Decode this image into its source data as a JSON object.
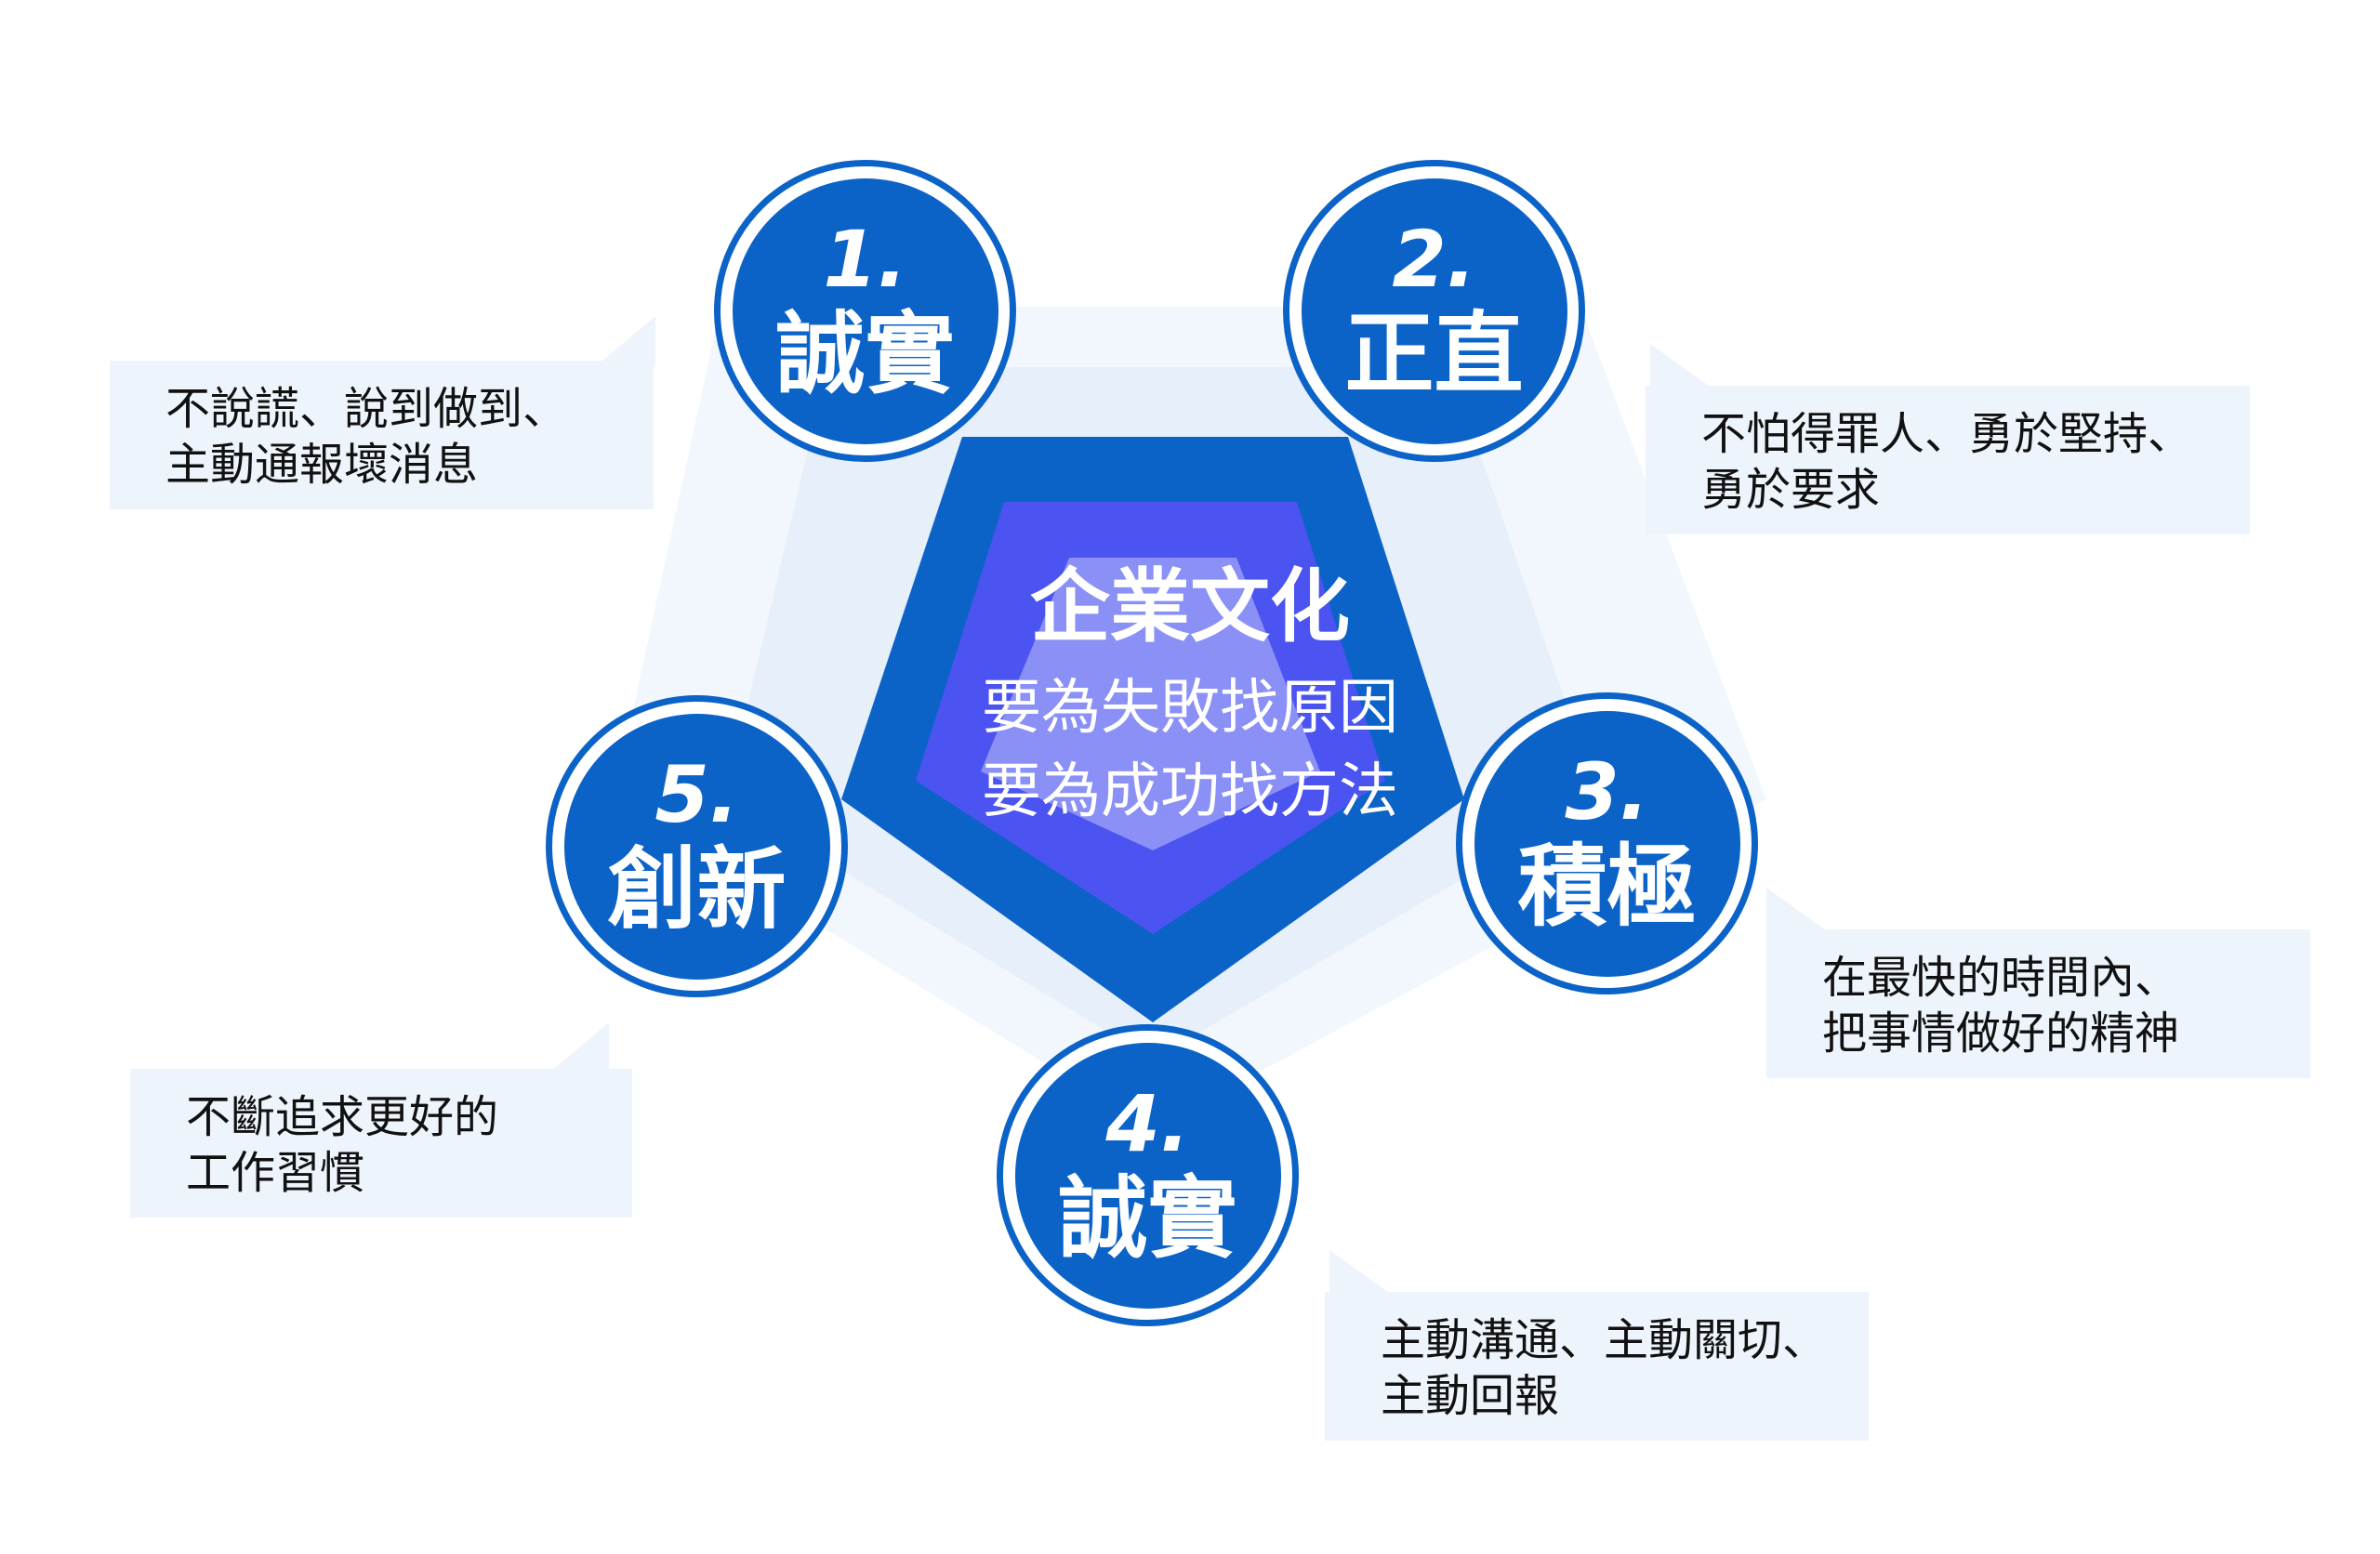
{
  "colors": {
    "primary": "#0b63c8",
    "inner": "#4b53f0",
    "accent": "#8a90f5",
    "halo": "#e6effa",
    "box": "#eef4fb"
  },
  "center": {
    "title": "企業文化",
    "line1": "要為失敗找原因",
    "line2": "要為成功找方法"
  },
  "values": [
    {
      "num": "1.",
      "name": "誠實",
      "desc_line1": "不說謊、說到做到、",
      "desc_line2": "主動通報壞消息"
    },
    {
      "num": "2.",
      "name": "正直",
      "desc_line1": "不怕得罪人、勇於堅持、",
      "desc_line2": "勇於要求"
    },
    {
      "num": "3.",
      "name": "積極",
      "desc_line1": "在最快的時間內、",
      "desc_line2": "把事情做好的精神"
    },
    {
      "num": "4.",
      "name": "誠實",
      "desc_line1": "主動溝通、主動關切、",
      "desc_line2": "主動回報"
    },
    {
      "num": "5.",
      "name": "創新",
      "desc_line1": "不斷追求更好的",
      "desc_line2": "工作習慣"
    }
  ]
}
